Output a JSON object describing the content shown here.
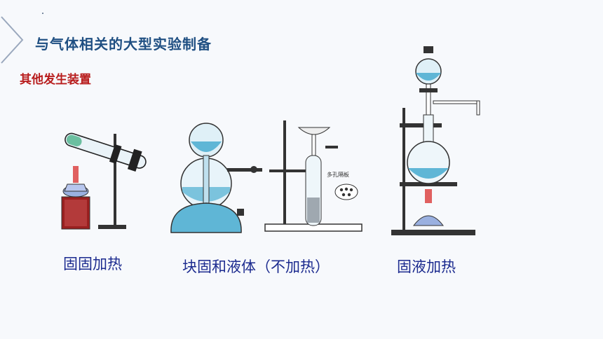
{
  "slide": {
    "title": "与气体相关的大型实验制备",
    "subtitle": "其他发生装置"
  },
  "figures": [
    {
      "caption": "固固加热"
    },
    {
      "caption": "块固和液体（不加热）",
      "annotation": "多孔隔板"
    },
    {
      "caption": "固液加热"
    }
  ],
  "colors": {
    "title": "#1f4f82",
    "subtitle": "#b81d1d",
    "caption": "#1c2b8f",
    "liquid": "#5fb6d6"
  }
}
